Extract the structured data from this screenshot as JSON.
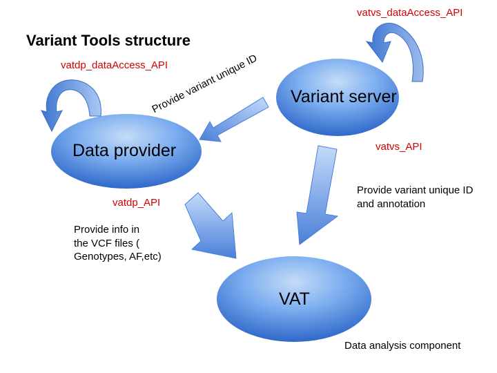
{
  "title": "Variant Tools structure",
  "nodes": {
    "variant_server": "Variant server",
    "data_provider": "Data provider",
    "vat": "VAT"
  },
  "apis": {
    "vatvs_dataAccess": "vatvs_dataAccess_API",
    "vatdp_dataAccess": "vatdp_dataAccess_API",
    "vatvs": "vatvs_API",
    "vatdp": "vatdp_API"
  },
  "edge_labels": {
    "vs_to_dp": "Provide variant unique ID",
    "vs_to_vat": "Provide variant unique ID\nand annotation",
    "dp_to_vat": "Provide info in\nthe VCF files (\nGenotypes, AF,etc)"
  },
  "notes": {
    "vat_caption": "Data analysis component"
  },
  "colors": {
    "node_light": "#c6dcf7",
    "node_mid": "#5d97e6",
    "node_dark": "#2f69c9",
    "arrow_light": "#bdd6fb",
    "arrow_dark": "#4a7fd8",
    "api_text": "#d40000"
  }
}
